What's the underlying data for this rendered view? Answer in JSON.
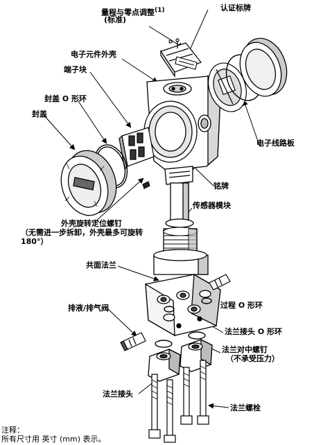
{
  "labels": {
    "range_zero_adjust": "量程与零点调整",
    "range_zero_footnote": "(1)",
    "range_zero_standard": "(标准)",
    "certification_plate": "认证标牌",
    "electronics_housing": "电子元件外壳",
    "terminal_block": "端子块",
    "cover_o_ring": "封盖 O 形环",
    "cover": "封盖",
    "electronics_board": "电子线路板",
    "nameplate": "铭牌",
    "housing_rotation_screw": "外壳旋转定位螺钉",
    "housing_rotation_note_1": "（无需进一步拆卸，外壳最多可旋转",
    "housing_rotation_note_2": "180°）",
    "sensor_module": "传感器模块",
    "coplanar_flange": "共面法兰",
    "drain_vent_valve": "排液/排气阀",
    "process_o_ring": "过程 O 形环",
    "flange_adapter_o_ring": "法兰接头 O 形环",
    "flange_alignment_screw": "法兰对中螺钉",
    "flange_alignment_note": "（不承受压力）",
    "flange_adapters": "法兰接头",
    "flange_bolts": "法兰螺栓"
  },
  "note": {
    "title": "注释：",
    "text": "所有尺寸用 英寸 (mm) 表示。"
  }
}
